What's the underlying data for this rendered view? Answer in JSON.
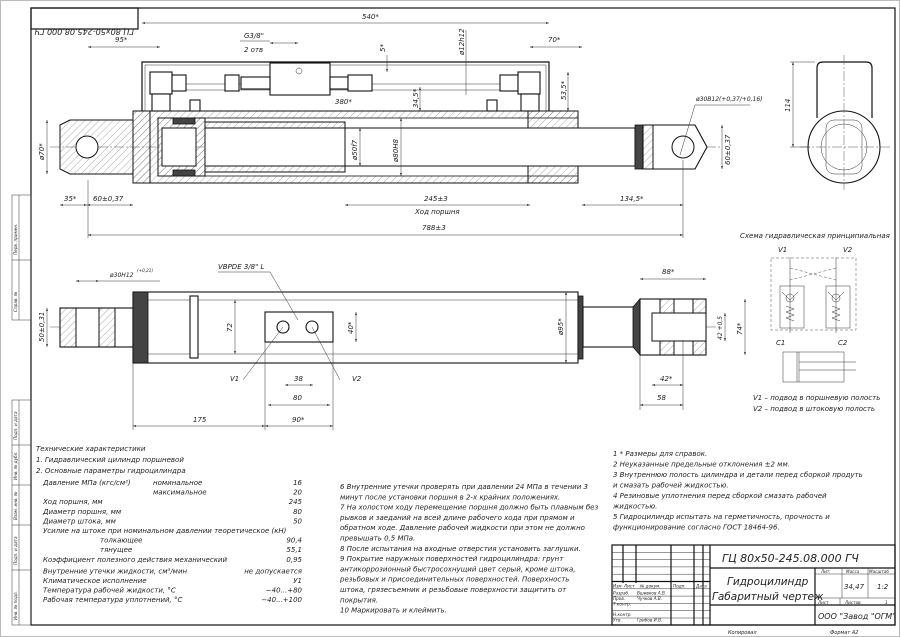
{
  "stamp_top": "ГЦ 80х50-245.08.000 ГЧ",
  "side_stamp": [
    "Перв. примен.",
    "Справ. №",
    "Подп. и дата",
    "Инв. № дубл.",
    "Взам. инв. №",
    "Подп. и дата",
    "Инв. № подл."
  ],
  "top_view": {
    "dims": {
      "d540": "540*",
      "d95": "95*",
      "g38": "G3/8\"",
      "otv": "2 отв",
      "d5": "5*",
      "d12": "ø12h12",
      "d70r": "70*",
      "d535": "53,5*",
      "d380": "380*",
      "d345": "34,5*",
      "d70": "ø70*",
      "d50f7": "ø50f7",
      "d80h8": "ø80H8",
      "d30": "ø30В12(+0,37/+0,16)",
      "d60r": "60±0,37",
      "d35": "35*",
      "d60": "60±0,37",
      "d245": "245±3",
      "stroke": "Ход поршня",
      "d1345": "134,5*",
      "d788": "788±3",
      "d114": "114"
    }
  },
  "bottom_view": {
    "dims": {
      "d30h12": "ø30Н12",
      "d30h12_tol": "(+0,21)",
      "valve": "VBPDE 3/8\" L",
      "d5031": "50±0,31",
      "d72": "72",
      "d40": "40*",
      "v1": "V1",
      "v2": "V2",
      "d38": "38",
      "d80": "80",
      "d175": "175",
      "d90": "90*",
      "d95": "ø95*",
      "d88": "88*",
      "d42t": "42 +0,5",
      "d74": "74*",
      "d42": "42*",
      "d58": "58"
    }
  },
  "scheme": {
    "title": "Схема гидравлическая принципиальная",
    "v1": "V1",
    "v2": "V2",
    "c1": "C1",
    "c2": "C2",
    "legend": [
      "V1 – подвод в поршневую полость",
      "V2 – подвод в штоковую полость"
    ]
  },
  "tech": {
    "title": "Технические характеристики",
    "line1": "1. Гидравлический цилиндр поршневой",
    "line2": "2. Основные параметры гидроцилиндра",
    "rows": [
      {
        "label": "Давление МПа (кгс/см²)",
        "sub": "номинальное",
        "value": "16"
      },
      {
        "label": "",
        "sub": "максимальное",
        "value": "20"
      },
      {
        "label": "Ход поршня, мм",
        "sub": "",
        "value": "245"
      },
      {
        "label": "Диаметр поршня, мм",
        "sub": "",
        "value": "80"
      },
      {
        "label": "Диаметр штока, мм",
        "sub": "",
        "value": "50"
      },
      {
        "label": "Усилие на штоке при номинальном давлении теоретическое (кН)",
        "sub": "",
        "value": ""
      },
      {
        "label": "",
        "sub": "толкающее",
        "value": "90,4"
      },
      {
        "label": "",
        "sub": "тянущее",
        "value": "55,1"
      },
      {
        "label": "Коэффициент полезного действия механический",
        "sub": "",
        "value": "0,95"
      },
      {
        "label": "Внутренние утечки жидкости, см³/мин",
        "sub": "",
        "value": "не допускается"
      },
      {
        "label": "Климатическое исполнение",
        "sub": "",
        "value": "У1"
      },
      {
        "label": "Температура рабочей жидкости, °С",
        "sub": "",
        "value": "−40...+80"
      },
      {
        "label": "Рабочая температура уплотнений, °С",
        "sub": "",
        "value": "−40...+100"
      }
    ]
  },
  "notes_mid": [
    "6 Внутренние утечки проверять при давлении 24 МПа в течении 3",
    "минут после установки поршня в 2-х крайних положениях.",
    "7 На холостом ходу перемещение поршня должно быть плавным без",
    "рывков и заеданий на всей длине рабочего хода при прямом и",
    "обратном ходе. Давление рабочей жидкости при этом не должно",
    "превышать 0,5 МПа.",
    "8 После испытания на входные отверстия установить заглушки.",
    "9 Покрытие наружных поверхностей гидроцилиндра: грунт",
    "антикоррозионный быстросохнущий цвет серый, кроме штока,",
    "резьбовых и присоединительных поверхностей. Поверхность",
    "штока, грязесъемник и резьбовые поверхности защитить от",
    "покрытия.",
    "10 Маркировать и клеймить."
  ],
  "notes_right": [
    "1 * Размеры для справок.",
    "2 Неуказанные предельные отклонения ±2 мм.",
    "3 Внутреннюю полость цилиндра и детали перед сборкой продуть",
    "и смазать рабочей жидкостью.",
    "4 Резиновые уплотнения перед сборкой смазать рабочей",
    "жидкостью.",
    "5 Гидроцилиндр испытать на герметичность, прочность и",
    "функционирование согласно ГОСТ 18464-96."
  ],
  "title_block": {
    "designation": "ГЦ 80х50-245.08.000 ГЧ",
    "name1": "Гидроцилиндр",
    "name2": "Габаритный чертеж",
    "headers": [
      "Изм",
      "Лист",
      "№ докум.",
      "Подп.",
      "Дата"
    ],
    "roles": [
      {
        "role": "Разраб.",
        "person": "Вшивков А.В."
      },
      {
        "role": "Пров.",
        "person": "Чучков А.В."
      },
      {
        "role": "Т.контр.",
        "person": ""
      },
      {
        "role": "",
        "person": ""
      },
      {
        "role": "Н.контр.",
        "person": ""
      },
      {
        "role": "Утв.",
        "person": "Грибов И.В."
      }
    ],
    "lit_label": "Лит.",
    "mass_label": "Масса",
    "scale_label": "Масштаб",
    "mass": "34,47",
    "scale": "1:2",
    "sheet_label": "Лист",
    "sheets_label": "Листов",
    "sheets": "1",
    "company": "ООО \"Завод \"ОГМ\""
  },
  "footer": {
    "copied": "Копировал",
    "format": "Формат  А2"
  }
}
